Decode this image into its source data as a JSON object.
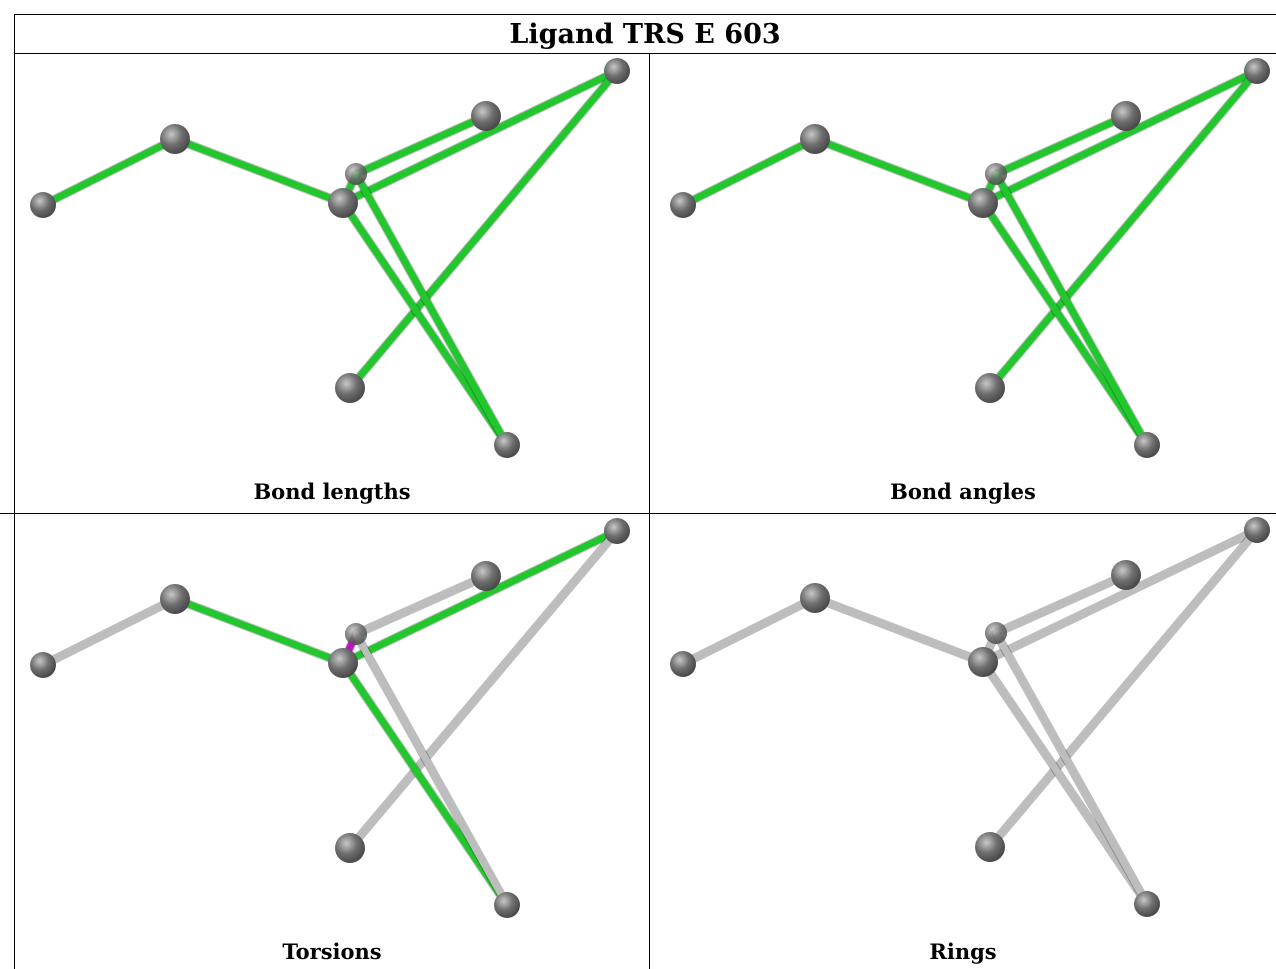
{
  "title": "Ligand TRS E 603",
  "colors": {
    "pass": "#22c72e",
    "outlier": "#c010c8",
    "unchecked": "#bdbdbd",
    "atom": "#6e6e6e"
  },
  "atoms": [
    "a1",
    "a2",
    "a3",
    "a4",
    "a5",
    "a6",
    "a7",
    "a8",
    "a9"
  ],
  "bonds": [
    [
      "a1",
      "a2"
    ],
    [
      "a2",
      "a3"
    ],
    [
      "a3",
      "a4"
    ],
    [
      "a4",
      "a5"
    ],
    [
      "a3",
      "a6"
    ],
    [
      "a6",
      "a7"
    ],
    [
      "a3",
      "a8"
    ],
    [
      "a8",
      "a9"
    ]
  ],
  "panels": [
    {
      "caption": "Bond lengths",
      "bond_status": [
        "pass",
        "pass",
        "pass",
        "pass",
        "pass",
        "pass",
        "pass",
        "pass"
      ]
    },
    {
      "caption": "Bond angles",
      "bond_status": [
        "pass",
        "pass",
        "pass",
        "pass",
        "pass",
        "pass",
        "pass",
        "pass"
      ]
    },
    {
      "caption": "Torsions",
      "bond_status": [
        "unchecked",
        "pass",
        "outlier",
        "unchecked",
        "pass",
        "unchecked",
        "pass",
        "unchecked"
      ]
    },
    {
      "caption": "Rings",
      "bond_status": [
        "unchecked",
        "unchecked",
        "unchecked",
        "unchecked",
        "unchecked",
        "unchecked",
        "unchecked",
        "unchecked"
      ]
    }
  ]
}
